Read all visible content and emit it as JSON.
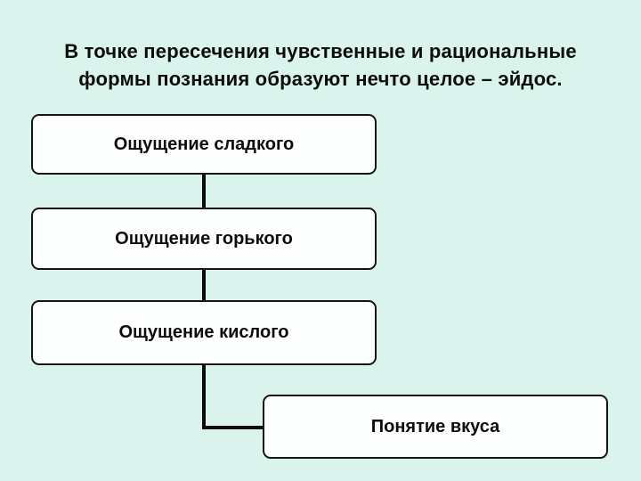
{
  "slide": {
    "title_line1": "В точке пересечения чувственные и рациональные",
    "title_line2": "формы познания образуют нечто целое – эйдос.",
    "colors": {
      "background": "#daf3ed",
      "box_fill": "#fdfefe",
      "box_border": "#141414",
      "connector": "#0a0a0a",
      "text": "#0c0c0c"
    }
  },
  "diagram": {
    "boxes": [
      {
        "id": "sensation-sweet",
        "label": "Ощущение сладкого"
      },
      {
        "id": "sensation-bitter",
        "label": "Ощущение горького"
      },
      {
        "id": "sensation-sour",
        "label": "Ощущение кислого"
      },
      {
        "id": "concept-taste",
        "label": "Понятие вкуса"
      }
    ],
    "connectors": [
      {
        "id": "sweet-to-bitter",
        "type": "vertical"
      },
      {
        "id": "bitter-to-sour",
        "type": "vertical"
      },
      {
        "id": "sour-to-elbow",
        "type": "vertical"
      },
      {
        "id": "elbow-to-taste",
        "type": "horizontal"
      }
    ]
  }
}
